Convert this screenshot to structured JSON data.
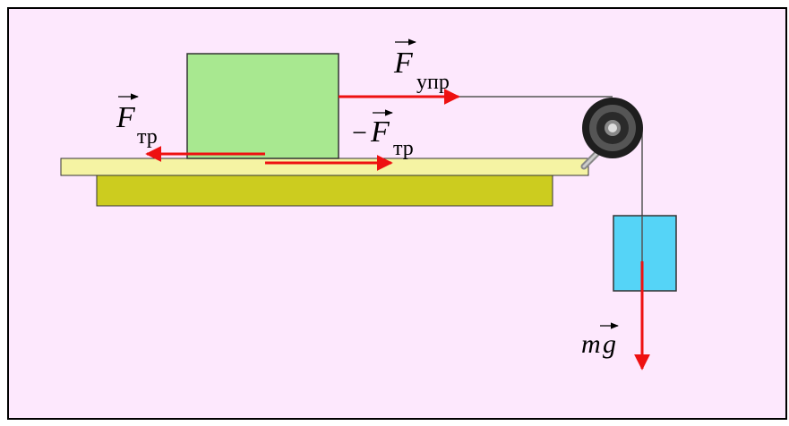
{
  "colors": {
    "background": "#fde8fd",
    "frame": "#000000",
    "tabletop": "#f5f3a3",
    "table_base": "#cccc1f",
    "block": "#a8e890",
    "weight": "#55d4f7",
    "force_arrow": "#ee1111",
    "rope": "#555555",
    "pulley": "#333333"
  },
  "labels": {
    "f_friction": {
      "symbol": "F",
      "subscript": "тр"
    },
    "neg_f_friction": {
      "sign": "−",
      "symbol": "F",
      "subscript": "тр"
    },
    "f_elastic": {
      "symbol": "F",
      "subscript": "упр"
    },
    "gravity": {
      "mass": "m",
      "g": "g"
    }
  }
}
